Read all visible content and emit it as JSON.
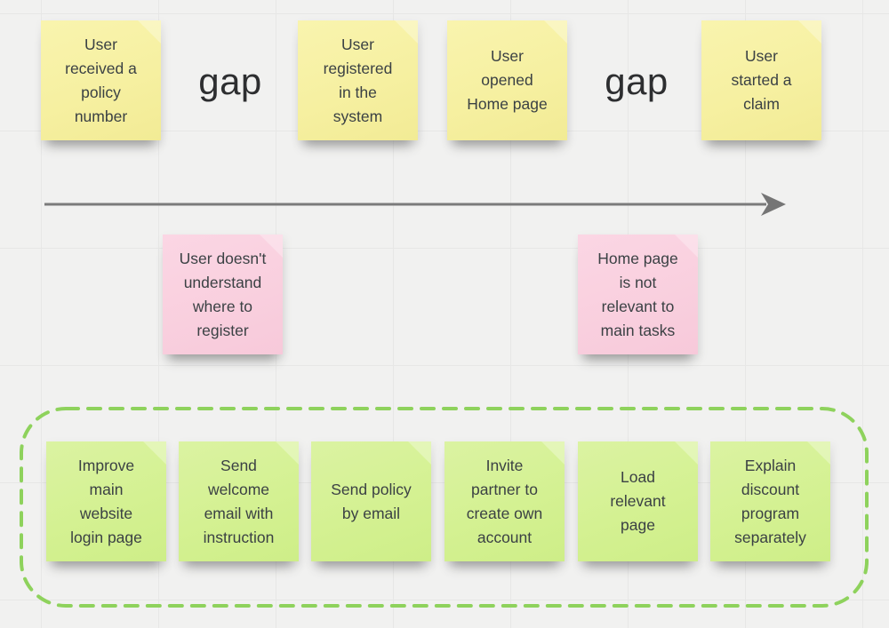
{
  "canvas": {
    "background_color": "#f1f1f0",
    "grid_line_color": "#e7e7e6"
  },
  "colors": {
    "step_note": "#f6f0a1",
    "pain_note": "#f9cfde",
    "solution_note": "#d4f192",
    "solution_zone_border": "#8ed25c",
    "timeline_arrow": "#7b7b7b",
    "note_text": "#3b4144",
    "gap_text": "#2d2e30"
  },
  "icons": {
    "timeline_arrow": "right-arrow"
  },
  "journey": {
    "steps": [
      {
        "text": "User\nreceived a\npolicy\nnumber"
      },
      {
        "text": "User\nregistered\nin the\nsystem"
      },
      {
        "text": "User\nopened\nHome page"
      },
      {
        "text": "User\nstarted a\nclaim"
      }
    ],
    "gap_labels": [
      {
        "text": "gap"
      },
      {
        "text": "gap"
      }
    ],
    "pain_points": [
      {
        "text": "User doesn't\nunderstand\nwhere to\nregister"
      },
      {
        "text": "Home page\nis not\nrelevant to\nmain tasks"
      }
    ],
    "solutions": [
      {
        "text": "Improve\nmain\nwebsite\nlogin page"
      },
      {
        "text": "Send\nwelcome\nemail with\ninstruction"
      },
      {
        "text": "Send policy\nby email"
      },
      {
        "text": "Invite\npartner to\ncreate own\naccount"
      },
      {
        "text": "Load\nrelevant\npage"
      },
      {
        "text": "Explain\ndiscount\nprogram\nseparately"
      }
    ]
  }
}
